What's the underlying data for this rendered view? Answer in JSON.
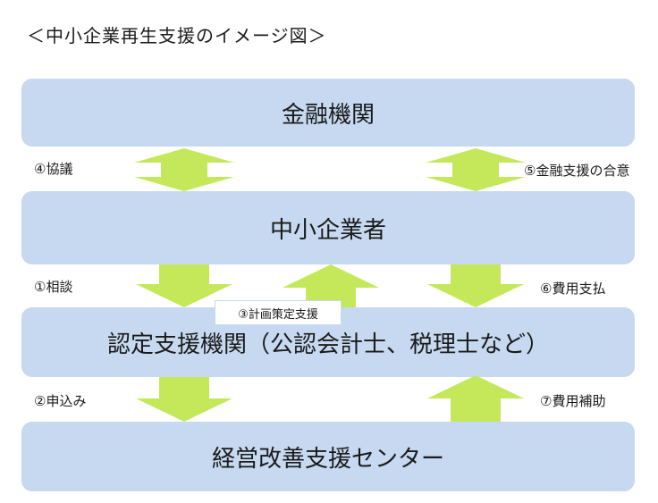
{
  "title": "＜中小企業再生支援のイメージ図＞",
  "boxes": {
    "finance": "金融機関",
    "sme": "中小企業者",
    "certified": "認定支援機関（公認会計士、税理士など）",
    "center": "経営改善支援センター"
  },
  "labels": {
    "consult_4": "④協議",
    "agreement_5": "⑤金融支援の合意",
    "consult_1": "①相談",
    "plan_3": "③計画策定支援",
    "pay_6": "⑥費用支払",
    "apply_2": "②申込み",
    "subsidy_7": "⑦費用補助"
  },
  "colors": {
    "box_fill": "#c6d9f0",
    "arrow_fill": "#c4e85a"
  }
}
